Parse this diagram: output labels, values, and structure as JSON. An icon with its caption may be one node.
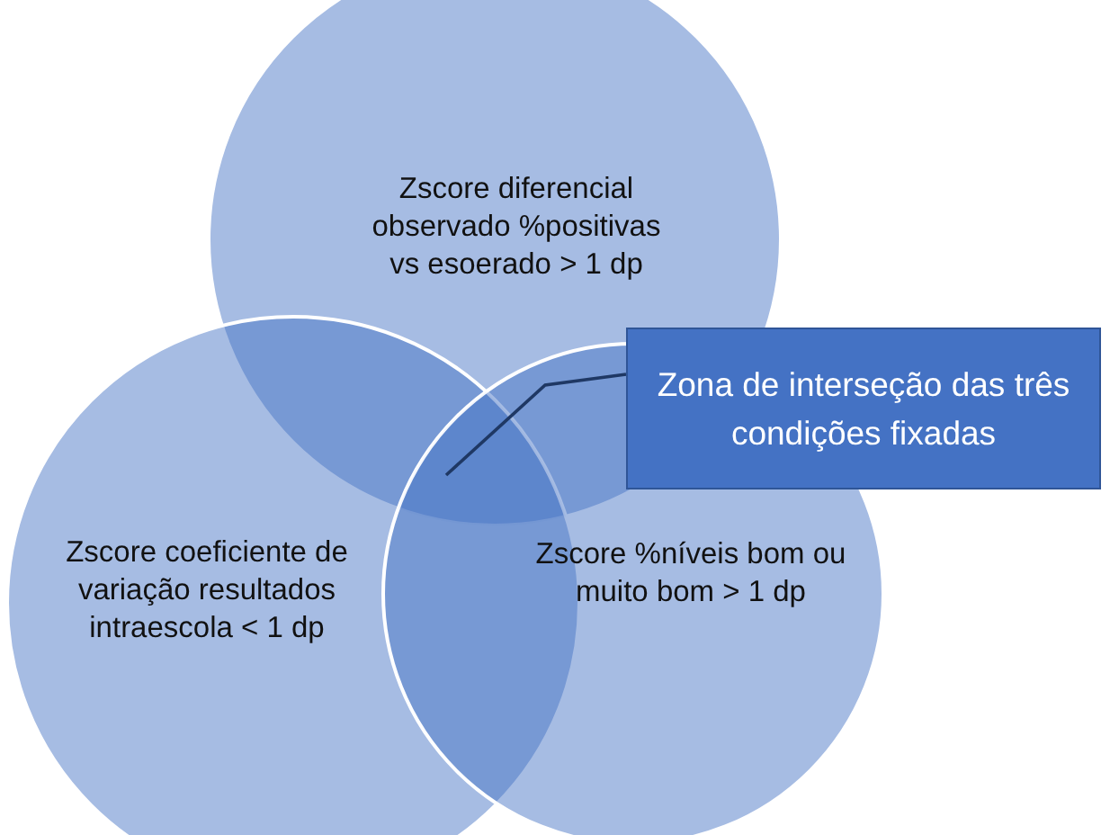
{
  "diagram": {
    "nodes": [
      {
        "text": [
          "Zscore diferencial observado %positivas vs esoerado > 1 dp"
        ]
      },
      {
        "text": [
          "Zscore coeficiente de variação resultados intraescola < 1 dp"
        ]
      },
      {
        "text": [
          "Zscore %níveis bom ou muito bom > 1 dp"
        ]
      },
      {
        "text": [
          "Zona de interseção das três condições fixadas"
        ]
      },
      {
        "text": [],
        "shape": "lens"
      }
    ],
    "edges": [
      {
        "from": 3,
        "to": 4,
        "arrow": "none"
      }
    ]
  }
}
